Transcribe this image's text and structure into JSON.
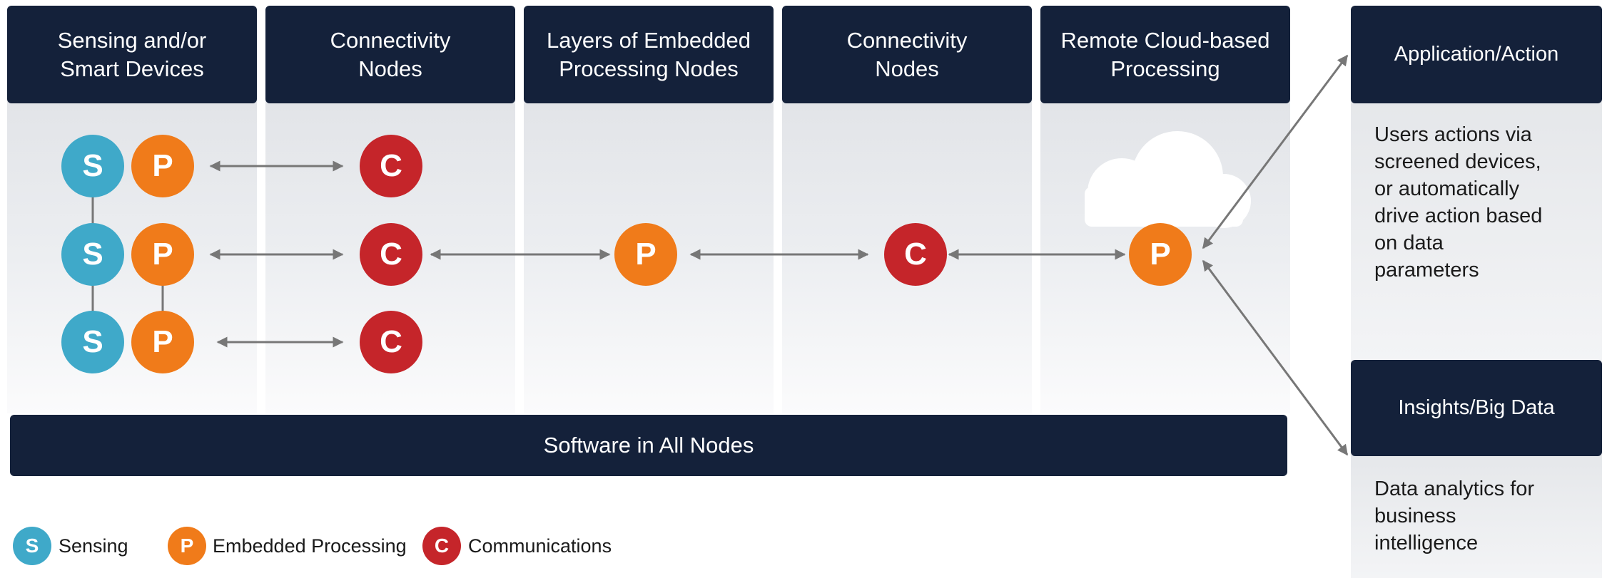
{
  "columns": [
    {
      "header": "Sensing and/or\nSmart Devices"
    },
    {
      "header": "Connectivity\nNodes"
    },
    {
      "header": "Layers of Embedded\nProcessing Nodes"
    },
    {
      "header": "Connectivity\nNodes"
    },
    {
      "header": "Remote Cloud-based\nProcessing"
    }
  ],
  "software_bar": "Software in All Nodes",
  "nodes": {
    "sensing": "S",
    "processing": "P",
    "communications": "C"
  },
  "outputs": {
    "application": {
      "header": "Application/Action",
      "lines": [
        "Users actions via",
        "screened devices,",
        "or automatically",
        "drive action based",
        "on data",
        "parameters"
      ]
    },
    "insights": {
      "header": "Insights/Big Data",
      "lines": [
        "Data analytics for",
        "business",
        "intelligence"
      ]
    }
  },
  "legend": [
    {
      "letter": "S",
      "label": "Sensing"
    },
    {
      "letter": "P",
      "label": "Embedded Processing"
    },
    {
      "letter": "C",
      "label": "Communications"
    }
  ],
  "colors": {
    "header": "#14213a",
    "sensing": "#3fa9c9",
    "processing": "#f07b1a",
    "communications": "#c5252a",
    "arrow": "#777777"
  }
}
